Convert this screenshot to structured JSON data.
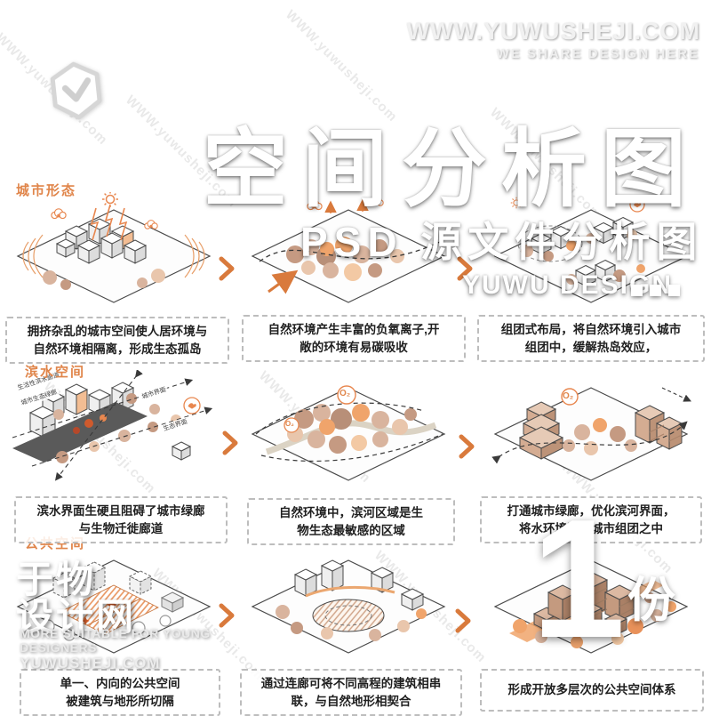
{
  "brand": {
    "url": "WWW.YUWUSHEJI.COM",
    "tagline": "WE SHARE DESIGN HERE"
  },
  "watermark_text": "WWW.yuwusheji.com",
  "header": {
    "title": "空间分析图",
    "subtitle": "PSD 源文件分析图",
    "brand_line": "YUWU DESIGN"
  },
  "sections": [
    {
      "label": "城市形态",
      "captions": [
        "拥挤杂乱的城市空间使人居环境与\n自然环境相隔离，形成生态孤岛",
        "自然环境产生丰富的负氧离子,开\n敞的环境有易碳吸收",
        "组团式布局，将自然环境引入城市\n组团中，缓解热岛效应，"
      ]
    },
    {
      "label": "滨水空间",
      "captions": [
        "滨水界面生硬且阻碍了城市绿廊\n与生物迁徙廊道",
        "自然环境中，滨河区域是生\n物生态最敏感的区域",
        "打通城市绿廊，优化滨河界面，\n将水环境引入城市组团之中"
      ]
    },
    {
      "label": "公共空间",
      "captions": [
        "单一、内向的公共空间\n被建筑与地形所切隔",
        "通过连廊可将不同高程的建筑相串\n联，与自然地形相契合",
        "形成开放多层次的公共空间体系"
      ]
    }
  ],
  "annotations": {
    "o2": "O₂",
    "living_corridor": "生活性滨水廊道",
    "eco_green_corridor": "城市生态绿廊",
    "city_interface": "城市界面",
    "eco_interface": "生态界面"
  },
  "footer": {
    "logo_line1": "于物",
    "logo_line2": "设计网",
    "slogan_line1": "MORE SUITABLE FOR YOUNG",
    "slogan_line2": "DESIGNERS",
    "site": "YUWUSHEJI.COM"
  },
  "count_badge": {
    "number": "1",
    "unit": "份"
  },
  "colors": {
    "accent": "#E0854A",
    "caption_border": "#BDBDBD",
    "river": "#5A5A5A"
  }
}
